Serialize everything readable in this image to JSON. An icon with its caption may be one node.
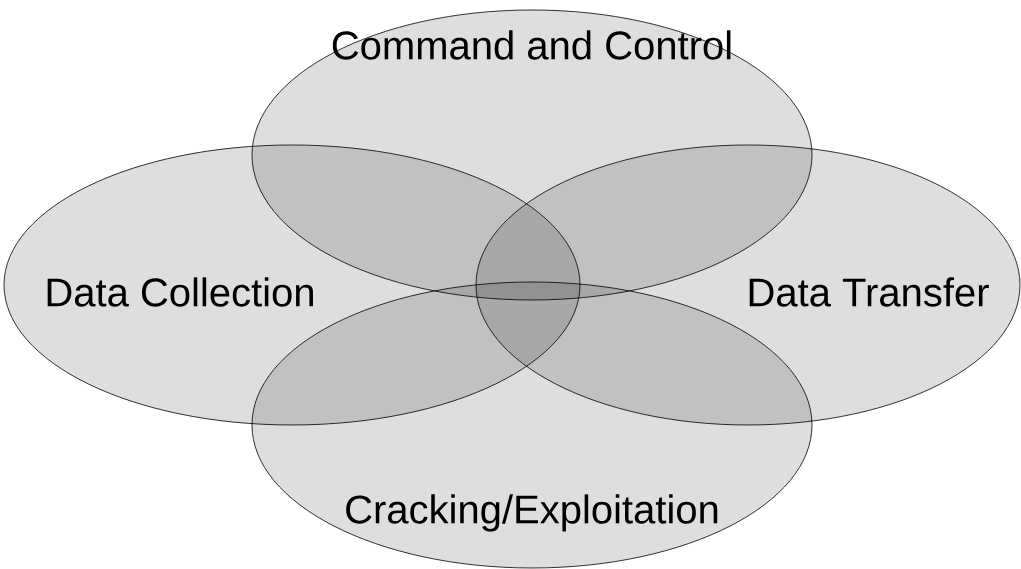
{
  "diagram": {
    "nodes": [
      {
        "text": [
          "Command and Control"
        ]
      },
      {
        "text": [
          "Data Collection"
        ]
      },
      {
        "text": [
          "Data Transfer"
        ]
      },
      {
        "text": [
          "Cracking/Exploitation"
        ]
      }
    ]
  }
}
